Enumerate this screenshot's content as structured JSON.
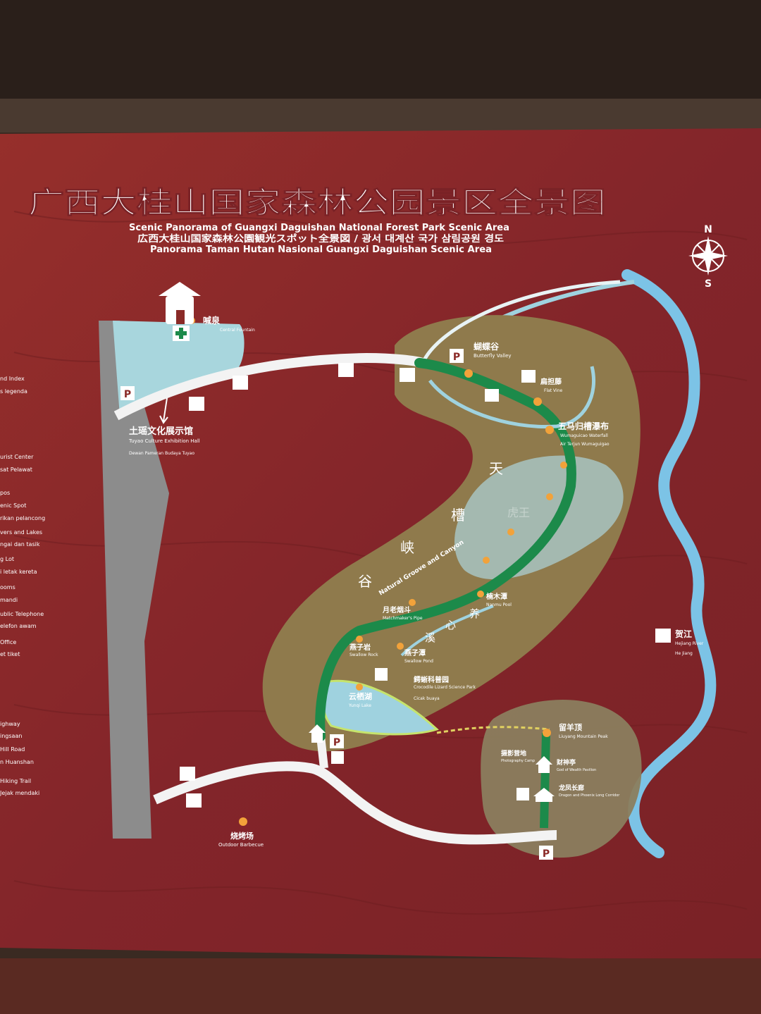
{
  "title": {
    "zh": "广西大桂山国家森林公园景区全景图",
    "en": "Scenic Panorama of Guangxi Daguishan National Forest Park Scenic Area",
    "ja_ko": "広西大桂山国家森林公園観光スポット全景図 / 광서 대계산 국가 삼림공원 경도",
    "ms": "Panorama Taman Hutan Nasional Guangxi Daguishan Scenic Area"
  },
  "compass": {
    "north": "N",
    "south": "S"
  },
  "legend": [
    {
      "zh": "nd Index",
      "sub": "s legenda"
    },
    {
      "zh": "urist Center",
      "sub": "sat Pelawat"
    },
    {
      "zh": "pos",
      "sub": ""
    },
    {
      "zh": "enic Spot",
      "sub": "rikan pelancong"
    },
    {
      "zh": "vers and Lakes",
      "sub": "ngai dan tasik"
    },
    {
      "zh": "g Lot",
      "sub": "i letak kereta"
    },
    {
      "zh": "ooms",
      "sub": "mandi"
    },
    {
      "zh": "ublic Telephone",
      "sub": "elefon awam"
    },
    {
      "zh": "Office",
      "sub": "et tiket"
    },
    {
      "zh": "ighway",
      "sub": "ingsaan"
    },
    {
      "zh": "Hill Road",
      "sub": "n Huanshan"
    },
    {
      "zh": "Hiking Trail",
      "sub": "Jejak mendaki"
    }
  ],
  "places": {
    "hanquan": {
      "zh": "喊泉",
      "en": "Central Fountain"
    },
    "tuyao": {
      "zh": "土瑶文化展示馆",
      "en": "Tuyao Culture Exhibition Hall",
      "sub": "Dewan Pameran Budaya Tuyao"
    },
    "butterfly": {
      "zh": "蝴蝶谷",
      "en": "Butterfly Valley"
    },
    "flatvine": {
      "zh": "扁担藤",
      "en": "Flat Vine"
    },
    "wuma": {
      "zh": "五马归槽瀑布",
      "en": "Wumaguicao Waterfall",
      "sub": "Air Terjun Wumaguigao"
    },
    "yunqi": {
      "zh": "云栖湖",
      "en": "Yunqi Lake"
    },
    "swallowrock": {
      "zh": "燕子岩",
      "en": "Swallow Rock"
    },
    "swallowpond": {
      "zh": "燕子潭",
      "en": "Swallow Pond"
    },
    "yuelao": {
      "zh": "月老烟斗",
      "en": "Matchmaker's Pipe"
    },
    "nanmu": {
      "zh": "楠木潭",
      "en": "Nanmu Pool"
    },
    "crocodile": {
      "zh": "鳄蜥科普园",
      "en": "Crocodile Lizard Science Park",
      "sub": "Cicak buaya"
    },
    "liuyang": {
      "zh": "留羊顶",
      "en": "Liuyang Mountain Peak"
    },
    "photo": {
      "zh": "摄影营地",
      "en": "Photography Camp"
    },
    "wealth": {
      "zh": "财神亭",
      "en": "God of Wealth Pavilion"
    },
    "longcorridor": {
      "zh": "龙凤长廊",
      "en": "Dragon and Phoenix Long Corridor"
    },
    "bbq": {
      "zh": "烧烤场",
      "en": "Outdoor Barbecue"
    },
    "hejiang": {
      "zh": "贺江",
      "en": "Hejiang River",
      "sub": "He Jiang"
    },
    "canyon": {
      "en": "Natural Groove and Canyon"
    },
    "hu": {
      "zh": "虎王"
    }
  },
  "valley_chars": {
    "tian": "天",
    "cao": "槽",
    "xia": "峡",
    "gu": "谷",
    "yang": "养",
    "xin": "心",
    "xi": "溪"
  },
  "colors": {
    "board": "#8a2a27",
    "zone": "#8f7a4c",
    "trail": "#1c8a4a",
    "river": "#7cc3e6",
    "road": "#f3f3f3",
    "spot": "#f2a23a",
    "lake": "#9fd2df"
  }
}
